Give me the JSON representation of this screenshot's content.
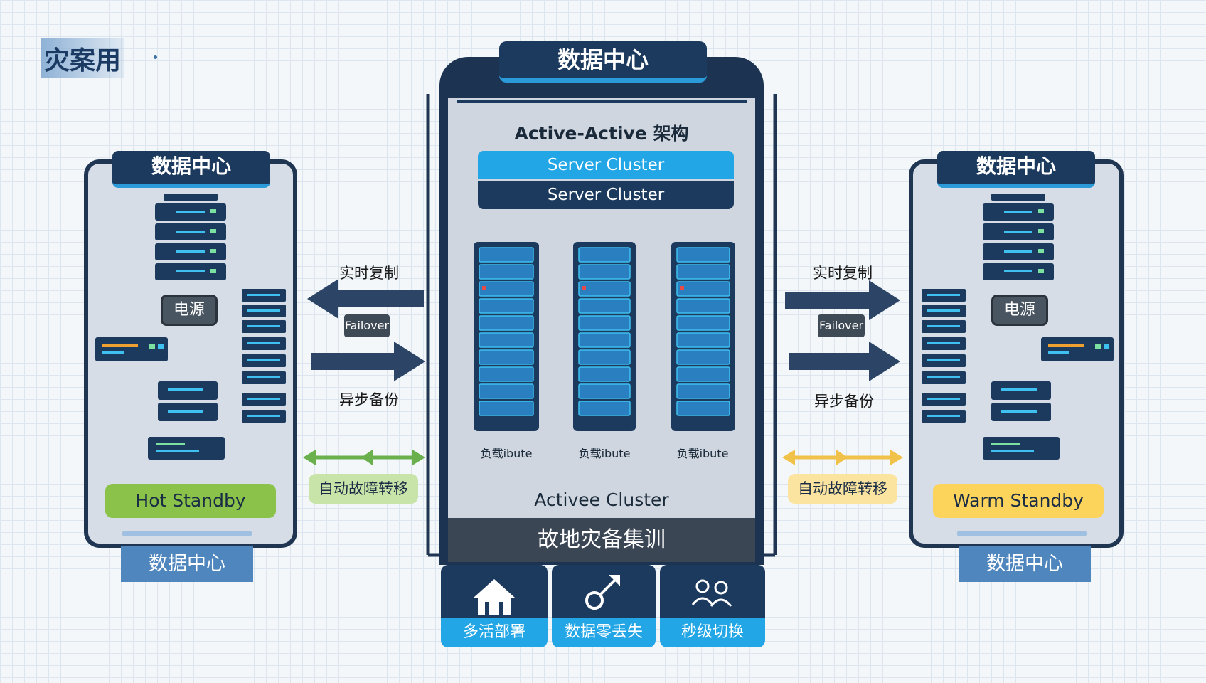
{
  "corner_title": "灾案用",
  "left_dc": {
    "header": "数据中心",
    "power_label": "电源",
    "standby_label": "Hot Standby",
    "footer": "数据中心"
  },
  "right_dc": {
    "header": "数据中心",
    "power_label": "电源",
    "standby_label": "Warm Standby",
    "footer": "数据中心"
  },
  "center_dc": {
    "header": "数据中心",
    "arch_title": "Active-Active 架构",
    "cluster_top": "Server Cluster",
    "cluster_bottom": "Server Cluster",
    "rack_captions": [
      "负载ibute",
      "负载ibute",
      "负载ibute"
    ],
    "cluster_title": "Activee Cluster",
    "band_title": "故地灾备集训"
  },
  "left_link": {
    "replicate": "实时复制",
    "failover": "Failover",
    "backup": "异步备份",
    "auto_failover": "自动故障转移"
  },
  "right_link": {
    "replicate": "实时复制",
    "failover": "Failover",
    "backup": "异步备份",
    "auto_failover": "自动故障转移"
  },
  "features": [
    {
      "label": "多活部署",
      "icon": "house-icon"
    },
    {
      "label": "数据零丢失",
      "icon": "transfer-icon"
    },
    {
      "label": "秒级切换",
      "icon": "people-icon"
    }
  ],
  "colors": {
    "navy": "#1b3a5e",
    "accent_blue": "#22a6e6",
    "hot_green": "#8bc34a",
    "warm_yellow": "#fcd45c",
    "link_green": "#6ab04c",
    "link_yellow": "#f1c24a"
  }
}
